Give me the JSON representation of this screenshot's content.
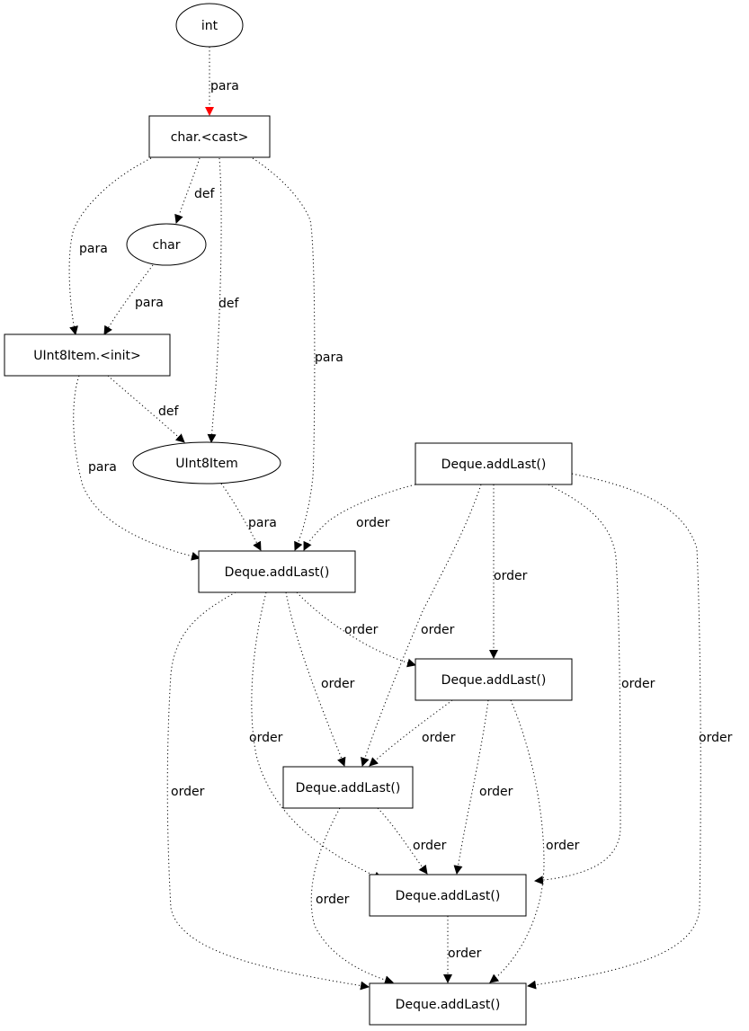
{
  "colors": {
    "default": "#000000",
    "highlight": "#ff0000"
  },
  "nodes": [
    {
      "id": "n_int",
      "label": "int",
      "shape": "ellipse",
      "color": "#ff0000"
    },
    {
      "id": "n_cast",
      "label": "char.<cast>",
      "shape": "box"
    },
    {
      "id": "n_char",
      "label": "char",
      "shape": "ellipse"
    },
    {
      "id": "n_init",
      "label": "UInt8Item.<init>",
      "shape": "box"
    },
    {
      "id": "n_uint8",
      "label": "UInt8Item",
      "shape": "ellipse"
    },
    {
      "id": "n_add_top",
      "label": "Deque.addLast()",
      "shape": "box"
    },
    {
      "id": "n_add1",
      "label": "Deque.addLast()",
      "shape": "box"
    },
    {
      "id": "n_add2",
      "label": "Deque.addLast()",
      "shape": "box"
    },
    {
      "id": "n_add3",
      "label": "Deque.addLast()",
      "shape": "box"
    },
    {
      "id": "n_add4",
      "label": "Deque.addLast()",
      "shape": "box"
    },
    {
      "id": "n_add5",
      "label": "Deque.addLast()",
      "shape": "box"
    }
  ],
  "edges": [
    {
      "id": "e_int_cast",
      "from": "n_int",
      "to": "n_cast",
      "label": "para",
      "color": "#ff0000"
    },
    {
      "id": "e_cast_char",
      "from": "n_cast",
      "to": "n_char",
      "label": "def"
    },
    {
      "id": "e_cast_init",
      "from": "n_cast",
      "to": "n_init",
      "label": "para"
    },
    {
      "id": "e_char_init",
      "from": "n_char",
      "to": "n_init",
      "label": "para"
    },
    {
      "id": "e_cast_uint8",
      "from": "n_cast",
      "to": "n_uint8",
      "label": "def"
    },
    {
      "id": "e_cast_add1",
      "from": "n_cast",
      "to": "n_add1",
      "label": "para"
    },
    {
      "id": "e_init_uint8",
      "from": "n_init",
      "to": "n_uint8",
      "label": "def"
    },
    {
      "id": "e_init_add1",
      "from": "n_init",
      "to": "n_add1",
      "label": "para"
    },
    {
      "id": "e_uint8_add1",
      "from": "n_uint8",
      "to": "n_add1",
      "label": "para"
    },
    {
      "id": "e_top_add1",
      "from": "n_add_top",
      "to": "n_add1",
      "label": "order"
    },
    {
      "id": "e_top_add2",
      "from": "n_add_top",
      "to": "n_add2",
      "label": "order"
    },
    {
      "id": "e_top_add3",
      "from": "n_add_top",
      "to": "n_add3",
      "label": "order"
    },
    {
      "id": "e_top_add4",
      "from": "n_add_top",
      "to": "n_add4",
      "label": "order"
    },
    {
      "id": "e_top_add5",
      "from": "n_add_top",
      "to": "n_add5",
      "label": "order"
    },
    {
      "id": "e_add1_add2",
      "from": "n_add1",
      "to": "n_add2",
      "label": "order"
    },
    {
      "id": "e_add1_add3",
      "from": "n_add1",
      "to": "n_add3",
      "label": "order"
    },
    {
      "id": "e_add1_add4",
      "from": "n_add1",
      "to": "n_add4",
      "label": "order"
    },
    {
      "id": "e_add1_add5",
      "from": "n_add1",
      "to": "n_add5",
      "label": "order"
    },
    {
      "id": "e_add2_add3",
      "from": "n_add2",
      "to": "n_add3",
      "label": "order"
    },
    {
      "id": "e_add2_add4",
      "from": "n_add2",
      "to": "n_add4",
      "label": "order"
    },
    {
      "id": "e_add2_add5",
      "from": "n_add2",
      "to": "n_add5",
      "label": "order"
    },
    {
      "id": "e_add3_add4",
      "from": "n_add3",
      "to": "n_add4",
      "label": "order"
    },
    {
      "id": "e_add3_add5",
      "from": "n_add3",
      "to": "n_add5",
      "label": "order"
    },
    {
      "id": "e_add4_add5",
      "from": "n_add4",
      "to": "n_add5",
      "label": "order"
    }
  ]
}
